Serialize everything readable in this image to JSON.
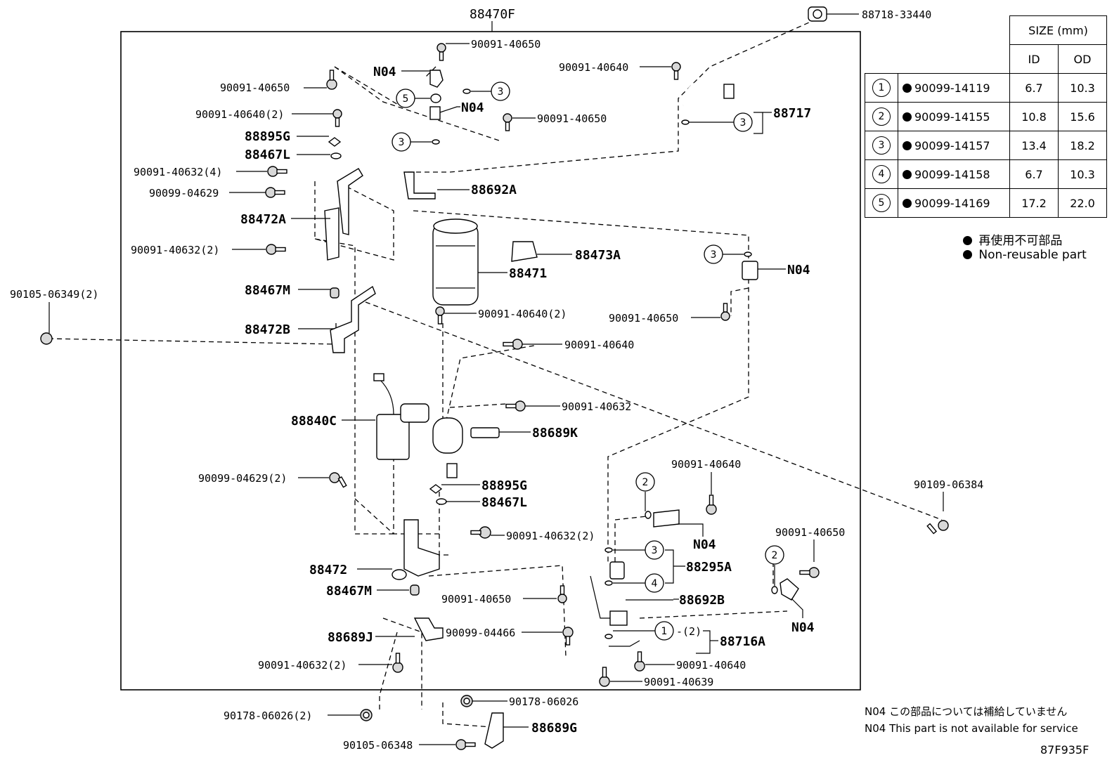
{
  "title": "88470F",
  "figure_code": "87F935F",
  "size_table": {
    "header": "SIZE (mm)",
    "col_id": "ID",
    "col_od": "OD",
    "rows": [
      {
        "num": "1",
        "part": "90099-14119",
        "id": "6.7",
        "od": "10.3"
      },
      {
        "num": "2",
        "part": "90099-14155",
        "id": "10.8",
        "od": "15.6"
      },
      {
        "num": "3",
        "part": "90099-14157",
        "id": "13.4",
        "od": "18.2"
      },
      {
        "num": "4",
        "part": "90099-14158",
        "id": "6.7",
        "od": "10.3"
      },
      {
        "num": "5",
        "part": "90099-14169",
        "id": "17.2",
        "od": "22.0"
      }
    ]
  },
  "legend": {
    "jp": "再使用不可部品",
    "en": "Non-reusable part"
  },
  "notes": {
    "jp": "N04 この部品については補給していません",
    "en": "N04 This part is not available for service"
  },
  "labels": {
    "l88718_33440": "88718-33440",
    "l90091_40650_a": "90091-40650",
    "lN04_a": "N04",
    "l90091_40650_b": "90091-40650",
    "l90091_40640_2_a": "90091-40640(2)",
    "l88895G_a": "88895G",
    "l88467L_a": "88467L",
    "l90091_40632_4": "90091-40632(4)",
    "l90099_04629": "90099-04629",
    "l88472A": "88472A",
    "l90091_40632_2_a": "90091-40632(2)",
    "l88467M_a": "88467M",
    "l88472B": "88472B",
    "l90105_06349_2": "90105-06349(2)",
    "lN04_b": "N04",
    "l90091_40650_c": "90091-40650",
    "l90091_40640_a": "90091-40640",
    "l88717": "88717",
    "l88692A": "88692A",
    "l88473A": "88473A",
    "l88471": "88471",
    "lN04_c": "N04",
    "l90091_40640_2_b": "90091-40640(2)",
    "l90091_40650_d": "90091-40650",
    "l90091_40640_b": "90091-40640",
    "l90091_40632": "90091-40632",
    "l88840C": "88840C",
    "l88689K": "88689K",
    "l90099_04629_2": "90099-04629(2)",
    "l88895G_b": "88895G",
    "l88467L_b": "88467L",
    "l90091_40640_c": "90091-40640",
    "l90109_06384": "90109-06384",
    "l90091_40632_2_b": "90091-40632(2)",
    "lN04_d": "N04",
    "l90091_40650_e": "90091-40650",
    "l88472": "88472",
    "l88295A": "88295A",
    "l88467M_b": "88467M",
    "l90091_40650_f": "90091-40650",
    "l88692B": "88692B",
    "lN04_e": "N04",
    "l90099_04466": "90099-04466",
    "l88689J": "88689J",
    "l1_2": "-(2)",
    "l88716A": "88716A",
    "l90091_40632_2_c": "90091-40632(2)",
    "l90091_40640_d": "90091-40640",
    "l90091_40639": "90091-40639",
    "l90178_06026_2": "90178-06026(2)",
    "l90178_06026": "90178-06026",
    "l88689G": "88689G",
    "l90105_06348": "90105-06348"
  },
  "seal_callouts": [
    "3",
    "5",
    "3",
    "3",
    "3",
    "2",
    "3",
    "4",
    "2",
    "1"
  ]
}
